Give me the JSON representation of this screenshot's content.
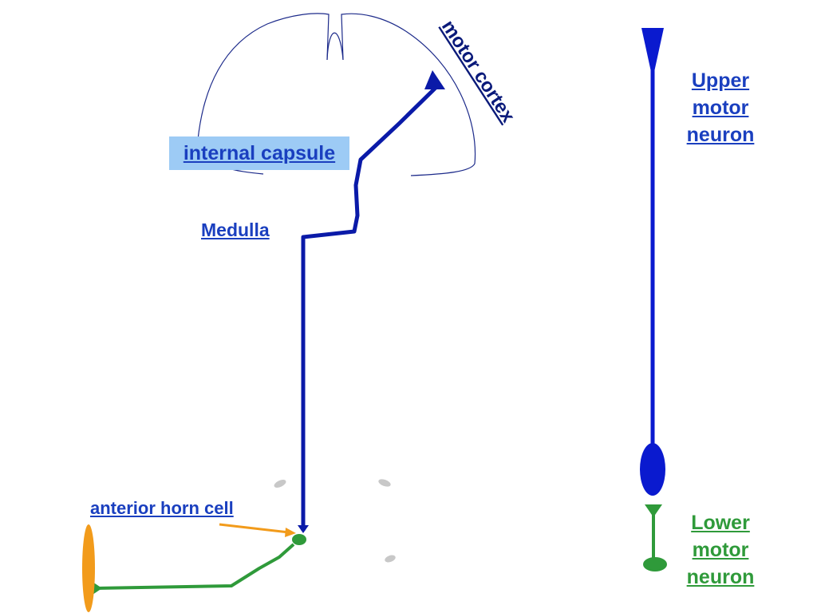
{
  "labels": {
    "motor_cortex": "motor cortex",
    "internal_capsule": "internal capsule",
    "medulla": "Medulla",
    "anterior_horn_cell": "anterior horn cell",
    "upper_motor_neuron": [
      "Upper",
      "motor",
      "neuron"
    ],
    "lower_motor_neuron": [
      "Lower",
      "motor",
      "neuron"
    ]
  },
  "colors": {
    "upper_neuron": "#0a1aa8",
    "upper_neuron_legend": "#0a1acf",
    "lower_neuron": "#2f9a3a",
    "muscle": "#f29b1b",
    "arrow": "#f29b1b",
    "brain_outline": "#1c2a8a",
    "label_blue": "#1a3fbf",
    "label_green": "#2f9a3a",
    "capsule_highlight": "#9dcbf5",
    "spinal_marks": "#c8c8c8"
  }
}
